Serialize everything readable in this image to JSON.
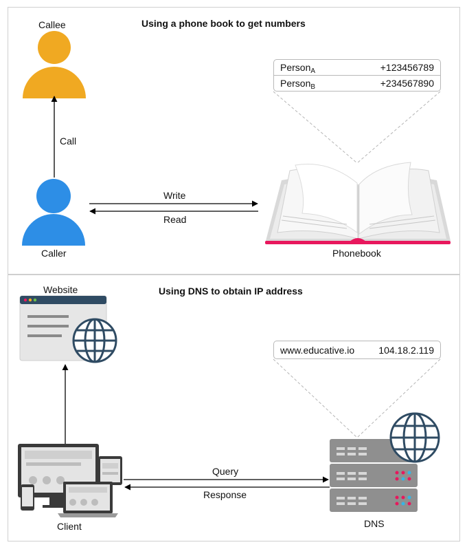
{
  "top": {
    "title": "Using a phone book to get numbers",
    "callee_label": "Callee",
    "caller_label": "Caller",
    "call_label": "Call",
    "write_label": "Write",
    "read_label": "Read",
    "phonebook_label": "Phonebook",
    "entries": [
      {
        "name": "Person",
        "sub": "A",
        "number": "+123456789"
      },
      {
        "name": "Person",
        "sub": "B",
        "number": "+234567890"
      }
    ]
  },
  "bottom": {
    "title": "Using DNS to obtain IP address",
    "website_label": "Website",
    "client_label": "Client",
    "dns_label": "DNS",
    "query_label": "Query",
    "response_label": "Response",
    "record": {
      "domain": "www.educative.io",
      "ip": "104.18.2.119"
    }
  },
  "colors": {
    "callee": "#f0a922",
    "caller": "#2d8ee6",
    "book_spine": "#e8175d",
    "globe": "#2f4b63",
    "server": "#8f8f8f"
  }
}
